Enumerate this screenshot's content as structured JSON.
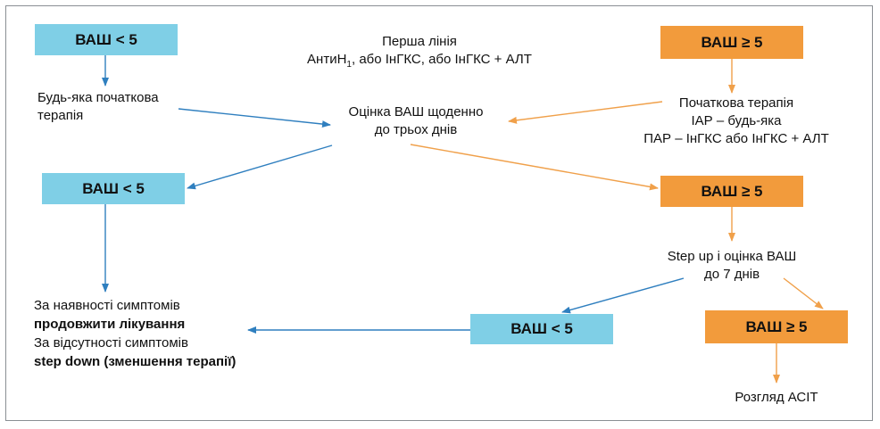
{
  "colors": {
    "blue_box": "#7fcfe6",
    "orange_box": "#f29b3c",
    "blue_arrow": "#2f7fbf",
    "orange_arrow": "#f0a04a"
  },
  "boxes": {
    "vas_lt5_top": "ВАШ < 5",
    "vas_ge5_top": "ВАШ ≥ 5",
    "vas_lt5_mid": "ВАШ < 5",
    "vas_ge5_mid": "ВАШ ≥ 5",
    "vas_lt5_bottom": "ВАШ < 5",
    "vas_ge5_bottom": "ВАШ ≥ 5"
  },
  "first_line": {
    "title": "Перша лінія",
    "line2_pre": "АнтиН",
    "line2_sub": "1",
    "line2_post": ", або ІнГКС, або ІнГКС + АЛТ"
  },
  "any_initial": {
    "line1": "Будь-яка початкова",
    "line2": "терапія"
  },
  "assess_daily": {
    "line1": "Оцінка ВАШ щоденно",
    "line2": "до трьох днів"
  },
  "initial_therapy": {
    "line1": "Початкова терапія",
    "line2": "ІАР – будь-яка",
    "line3": "ПАР – ІнГКС або ІнГКС + АЛТ"
  },
  "step_up": {
    "line1": "Step up і оцінка ВАШ",
    "line2": "до 7 днів"
  },
  "outcome": {
    "line1": "За наявності симптомів",
    "line2": "продовжити лікування",
    "line3": "За відсутності симптомів",
    "line4": "step down (зменшення терапії)"
  },
  "ait": "Розгляд АСІТ"
}
